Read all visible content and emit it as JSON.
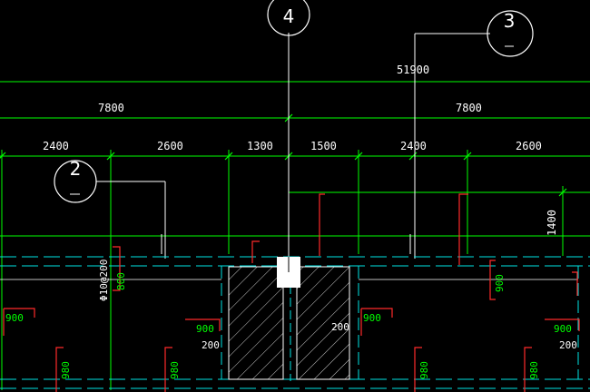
{
  "drawing": {
    "background": "#000000",
    "colors": {
      "dimension_line": "#00ff00",
      "axis_line": "#ffffff",
      "beam_line": "#00e5e5",
      "rebar_mark": "#ff2a2a",
      "label_green": "#00ff00",
      "text_white": "#ffffff"
    },
    "axis_bubbles": {
      "a4": "4",
      "a3": "3",
      "a2": "2",
      "sub": "–"
    },
    "overall_dimension": "51900",
    "bay_dimensions": {
      "left": "7800",
      "right": "7800"
    },
    "sub_dimensions": [
      "2400",
      "2600",
      "1300",
      "1500",
      "2400",
      "2600"
    ],
    "vertical_dimension": "1400",
    "rebar_label": "Φ10@200",
    "stirrup_labels": {
      "s800": "800",
      "s900a": "900",
      "s900b": "900",
      "s900c": "900",
      "s900d": "900",
      "s900e": "900"
    },
    "bottom_labels": {
      "b1": "980",
      "b2": "980",
      "b3": "980",
      "b4": "980"
    },
    "wall_widths": {
      "w1": "200",
      "w2": "200",
      "w3": "200"
    }
  }
}
